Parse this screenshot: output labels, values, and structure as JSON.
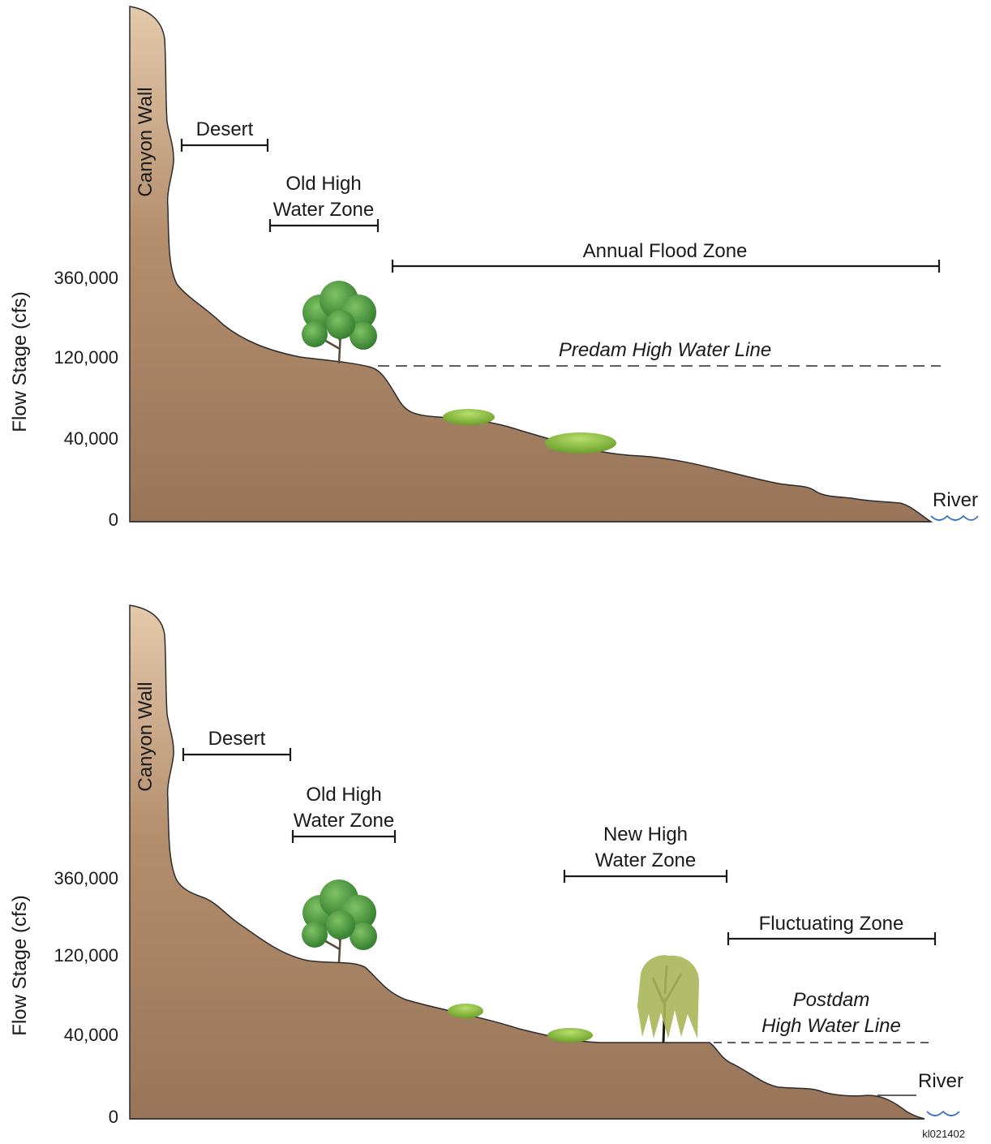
{
  "top_panel": {
    "y_axis_label": "Flow Stage (cfs)",
    "ticks": [
      "360,000",
      "120,000",
      "40,000",
      "0"
    ],
    "canyon_label": "Canyon Wall",
    "desert_label": "Desert",
    "old_high_water_line1": "Old High",
    "old_high_water_line2": "Water Zone",
    "annual_flood_label": "Annual Flood Zone",
    "predam_line_label": "Predam High Water Line",
    "river_label": "River"
  },
  "bottom_panel": {
    "y_axis_label": "Flow Stage (cfs)",
    "ticks": [
      "360,000",
      "120,000",
      "40,000",
      "0"
    ],
    "canyon_label": "Canyon Wall",
    "desert_label": "Desert",
    "old_high_water_line1": "Old High",
    "old_high_water_line2": "Water Zone",
    "new_high_water_line1": "New High",
    "new_high_water_line2": "Water Zone",
    "fluctuating_label": "Fluctuating Zone",
    "postdam_line1": "Postdam",
    "postdam_line2": "High Water Line",
    "river_label": "River"
  },
  "figure_id": "kl021402",
  "colors": {
    "soil_top": "#dcc0a0",
    "soil_bottom": "#9a7656",
    "outline": "#2b2b2b",
    "tree_green": "#4e9a3a",
    "shrub_green": "#8fc23f",
    "willow_green": "#a9b658",
    "water": "#3b6fc4"
  }
}
